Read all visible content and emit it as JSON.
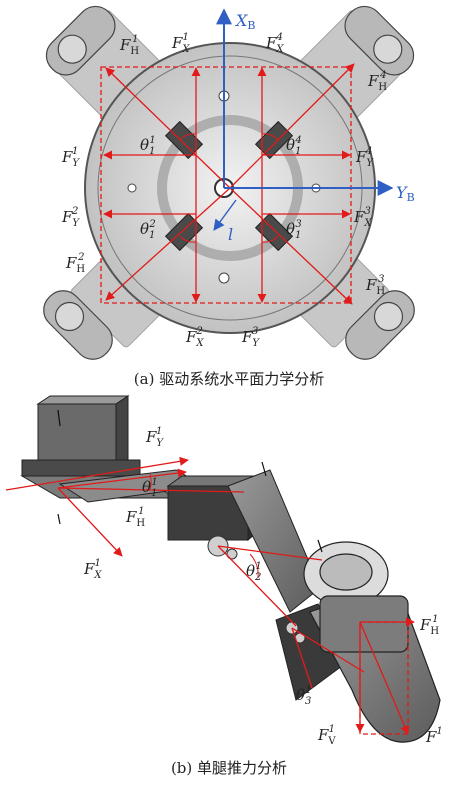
{
  "captions": {
    "a": "(a) 驱动系统水平面力学分析",
    "b": "(b) 单腿推力分析"
  },
  "axes": {
    "xb": "X",
    "yb": "Y",
    "b_sub": "B",
    "l": "l"
  },
  "symbols": {
    "FH": "F",
    "FX": "F",
    "FY": "F",
    "FV": "F",
    "theta": "θ",
    "H": "H",
    "X": "X",
    "Y": "Y",
    "V": "V"
  },
  "indices": [
    "1",
    "2",
    "3",
    "4"
  ],
  "colors": {
    "force": "#e11a1a",
    "axis": "#2f5fc4",
    "body": "#d6d6d6",
    "dark": "#3a3a3a"
  }
}
